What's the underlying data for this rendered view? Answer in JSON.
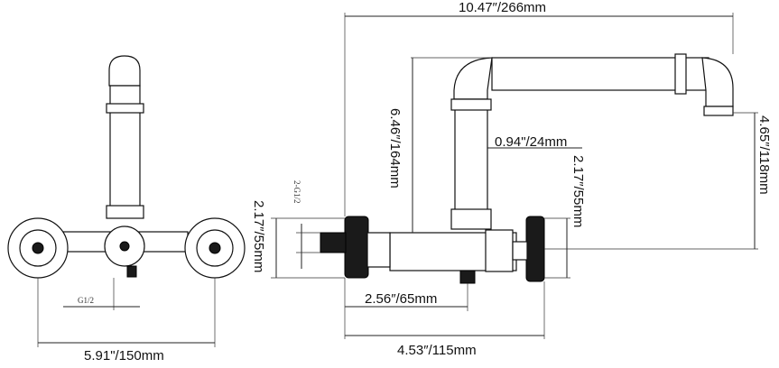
{
  "labels": {
    "overall_width": "10.47″/266mm",
    "spout_height": "6.46″/164mm",
    "spout_diameter": "0.94\"/24mm",
    "outlet_height": "4.65″/118mm",
    "side_height_right": "2.17″/55mm",
    "side_height_left": "2.17″/55mm",
    "thread_left": "2-G1/2",
    "thread_bottom": "G1/2",
    "depth_inner": "2.56″/65mm",
    "depth_total": "4.53″/115mm",
    "front_width": "5.91\"/150mm"
  }
}
